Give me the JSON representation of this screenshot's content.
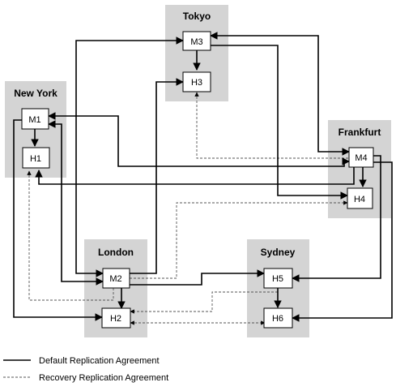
{
  "diagram": {
    "colors": {
      "site_fill": "#d4d4d4",
      "node_fill": "#ffffff",
      "line": "#000000",
      "recovery_line": "#666666"
    },
    "sites": {
      "tokyo": "Tokyo",
      "new_york": "New York",
      "frankfurt": "Frankfurt",
      "london": "London",
      "sydney": "Sydney"
    },
    "nodes": {
      "M1": "M1",
      "H1": "H1",
      "M2": "M2",
      "H2": "H2",
      "M3": "M3",
      "H3": "H3",
      "M4": "M4",
      "H4": "H4",
      "H5": "H5",
      "H6": "H6"
    },
    "legend": {
      "default": "Default Replication Agreement",
      "recovery": "Recovery Replication Agreement"
    }
  }
}
